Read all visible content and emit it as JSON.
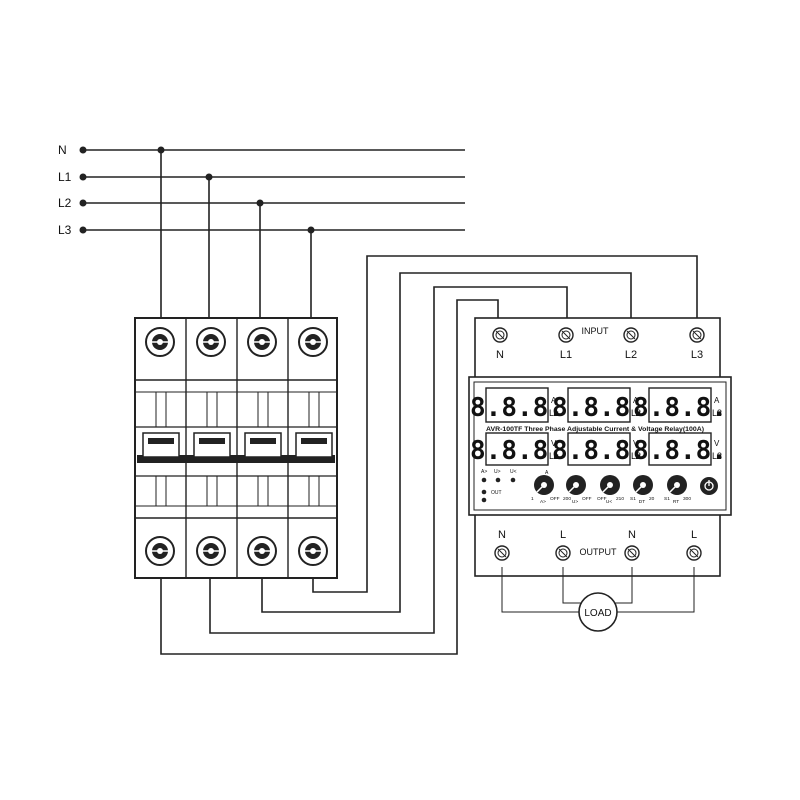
{
  "bus_lines": [
    "N",
    "L1",
    "L2",
    "L3"
  ],
  "relay": {
    "input_label": "INPUT",
    "input_terminals": [
      "N",
      "L1",
      "L2",
      "L3"
    ],
    "output_label": "OUTPUT",
    "output_terminals": [
      "N",
      "L",
      "N",
      "L"
    ],
    "model_text": "AVR-100TF Three Phase Adjustable Current & Voltage Relay(100A)",
    "display_digits": "8.8.8.",
    "current_units": [
      {
        "unit": "A",
        "phase": "L1"
      },
      {
        "unit": "A",
        "phase": "L2"
      },
      {
        "unit": "A",
        "phase": "L3"
      }
    ],
    "voltage_units": [
      {
        "unit": "V",
        "phase": "L1"
      },
      {
        "unit": "V",
        "phase": "L2"
      },
      {
        "unit": "V",
        "phase": "L3"
      }
    ],
    "indicators": [
      "A>",
      "U>",
      "U<"
    ],
    "out_indicator": "OUT",
    "knob_top_label": "A",
    "knob_scales": [
      {
        "min": "1",
        "name": "A>",
        "max": "OFF"
      },
      {
        "min": "200",
        "name": "U>",
        "max": "OFF"
      },
      {
        "min": "OFF",
        "name": "U<",
        "max": "210"
      },
      {
        "min": "S1",
        "name": "DT",
        "max": "20"
      },
      {
        "min": "S1",
        "name": "RT",
        "max": "300"
      }
    ]
  },
  "load_label": "LOAD",
  "colors": {
    "line": "#222222",
    "breaker_fill": "#ffffff",
    "background": "#ffffff"
  }
}
